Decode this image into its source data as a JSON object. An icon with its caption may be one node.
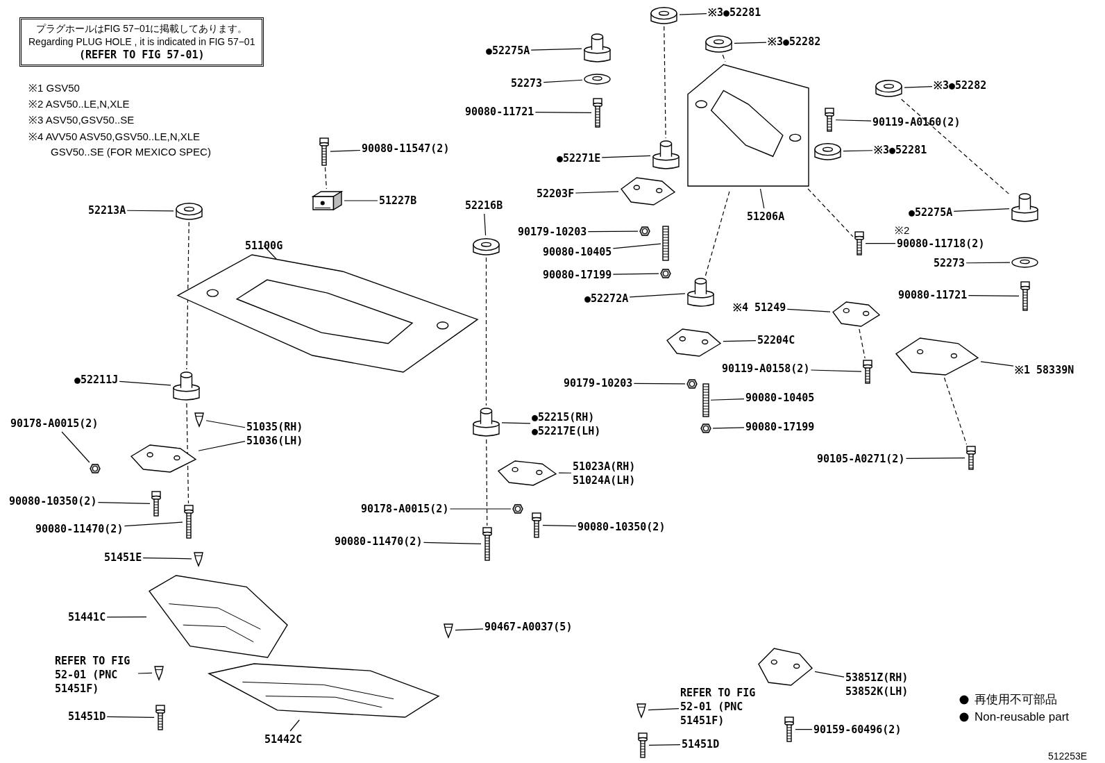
{
  "diagram": {
    "nodes": [
      {
        "text": [
          "プラグホールはFIG 57−01に掲載してあります。",
          "Regarding PLUG HOLE , it is indicated in FIG 57−01",
          "(REFER TO FIG 57-01)"
        ]
      },
      {
        "text": [
          "※3●52281"
        ]
      },
      {
        "text": [],
        "shape": "picture"
      },
      {
        "text": [
          "●52275A"
        ]
      },
      {
        "text": [],
        "shape": "picture"
      },
      {
        "text": [
          "※3●52282"
        ]
      },
      {
        "text": [],
        "shape": "picture"
      },
      {
        "text": [
          "52273"
        ]
      },
      {
        "text": [],
        "shape": "picture"
      },
      {
        "text": [
          "90080-11721"
        ]
      },
      {
        "text": [],
        "shape": "picture"
      },
      {
        "text": [
          "※3●52282"
        ]
      },
      {
        "text": [],
        "shape": "picture"
      },
      {
        "text": [
          "90119-A0160(2)"
        ]
      },
      {
        "text": [],
        "shape": "picture"
      },
      {
        "text": [
          "●52271E"
        ]
      },
      {
        "text": [],
        "shape": "picture"
      },
      {
        "text": [
          "※3●52281"
        ]
      },
      {
        "text": [],
        "shape": "picture"
      },
      {
        "text": [
          "52203F"
        ]
      },
      {
        "text": [],
        "shape": "picture"
      },
      {
        "text": [
          "51206A"
        ]
      },
      {
        "text": [],
        "shape": "picture"
      },
      {
        "text": [
          "●52275A"
        ]
      },
      {
        "text": [],
        "shape": "picture"
      },
      {
        "text": [
          "90179-10203"
        ]
      },
      {
        "text": [],
        "shape": "picture"
      },
      {
        "text": [
          "90080-11718(2)"
        ]
      },
      {
        "text": [],
        "shape": "picture"
      },
      {
        "text": [
          "90080-10405"
        ]
      },
      {
        "text": [],
        "shape": "picture"
      },
      {
        "text": [
          "52273"
        ]
      },
      {
        "text": [],
        "shape": "picture"
      },
      {
        "text": [
          "90080-17199"
        ]
      },
      {
        "text": [],
        "shape": "picture"
      },
      {
        "text": [
          "●52272A"
        ]
      },
      {
        "text": [],
        "shape": "picture"
      },
      {
        "text": [
          "90080-11721"
        ]
      },
      {
        "text": [],
        "shape": "picture"
      },
      {
        "text": [
          "※4 51249"
        ]
      },
      {
        "text": [],
        "shape": "picture"
      },
      {
        "text": [
          "52204C"
        ]
      },
      {
        "text": [],
        "shape": "picture"
      },
      {
        "text": [
          "90119-A0158(2)"
        ]
      },
      {
        "text": [],
        "shape": "picture"
      },
      {
        "text": [
          "90179-10203"
        ]
      },
      {
        "text": [],
        "shape": "picture"
      },
      {
        "text": [
          "※1 58339N"
        ]
      },
      {
        "text": [],
        "shape": "picture"
      },
      {
        "text": [
          "90080-10405"
        ]
      },
      {
        "text": [],
        "shape": "picture"
      },
      {
        "text": [
          "90080-17199"
        ]
      },
      {
        "text": [],
        "shape": "picture"
      },
      {
        "text": [
          "90105-A0271(2)"
        ]
      },
      {
        "text": [],
        "shape": "picture"
      },
      {
        "text": [
          "90080-11547(2)"
        ]
      },
      {
        "text": [],
        "shape": "picture"
      },
      {
        "text": [
          "52213A"
        ]
      },
      {
        "text": [],
        "shape": "picture"
      },
      {
        "text": [
          "51227B"
        ]
      },
      {
        "text": [],
        "shape": "picture"
      },
      {
        "text": [
          "52216B"
        ]
      },
      {
        "text": [],
        "shape": "picture"
      },
      {
        "text": [
          "51100G"
        ]
      },
      {
        "text": [],
        "shape": "picture"
      },
      {
        "text": [
          "●52211J"
        ]
      },
      {
        "text": [],
        "shape": "picture"
      },
      {
        "text": [
          "90178-A0015(2)"
        ]
      },
      {
        "text": [],
        "shape": "picture"
      },
      {
        "text": [
          "51035(RH) 51036(LH)"
        ]
      },
      {
        "text": [],
        "shape": "picture"
      },
      {
        "text": [],
        "shape": "picture"
      },
      {
        "text": [
          "●52215(RH) ●52217E(LH)"
        ]
      },
      {
        "text": [],
        "shape": "picture"
      },
      {
        "text": [
          "90080-10350(2)"
        ]
      },
      {
        "text": [],
        "shape": "picture"
      },
      {
        "text": [
          "51023A(RH) 51024A(LH)"
        ]
      },
      {
        "text": [],
        "shape": "picture"
      },
      {
        "text": [
          "90080-11470(2)"
        ]
      },
      {
        "text": [],
        "shape": "picture"
      },
      {
        "text": [
          "90178-A0015(2)"
        ]
      },
      {
        "text": [],
        "shape": "picture"
      },
      {
        "text": [
          "90080-10350(2)"
        ]
      },
      {
        "text": [],
        "shape": "picture"
      },
      {
        "text": [
          "51451E"
        ]
      },
      {
        "text": [],
        "shape": "picture"
      },
      {
        "text": [
          "90080-11470(2)"
        ]
      },
      {
        "text": [],
        "shape": "picture"
      },
      {
        "text": [
          "51441C"
        ]
      },
      {
        "text": [],
        "shape": "picture"
      },
      {
        "text": [
          "90467-A0037(5)"
        ]
      },
      {
        "text": [],
        "shape": "picture"
      },
      {
        "text": [
          "REFER TO FIG 52-01 (PNC 51451F)"
        ]
      },
      {
        "text": [],
        "shape": "picture"
      },
      {
        "text": [
          "51451D"
        ]
      },
      {
        "text": [],
        "shape": "picture"
      },
      {
        "text": [
          "53851Z(RH) 53852K(LH)"
        ]
      },
      {
        "text": [],
        "shape": "picture"
      },
      {
        "text": [
          "51442C"
        ]
      },
      {
        "text": [],
        "shape": "picture"
      },
      {
        "text": [
          "REFER TO FIG 52-01 (PNC 51451F)"
        ]
      },
      {
        "text": [],
        "shape": "picture"
      },
      {
        "text": [
          "90159-60496(2)"
        ]
      },
      {
        "text": [],
        "shape": "picture"
      },
      {
        "text": [
          "51451D"
        ]
      },
      {
        "text": [],
        "shape": "picture"
      }
    ],
    "edges": [
      {
        "from": 1,
        "to": 2,
        "arrow": "none"
      },
      {
        "from": 3,
        "to": 4,
        "arrow": "none"
      },
      {
        "from": 5,
        "to": 6,
        "arrow": "none"
      },
      {
        "from": 7,
        "to": 8,
        "arrow": "none"
      },
      {
        "from": 9,
        "to": 10,
        "arrow": "none"
      },
      {
        "from": 11,
        "to": 12,
        "arrow": "none"
      },
      {
        "from": 13,
        "to": 14,
        "arrow": "none"
      },
      {
        "from": 15,
        "to": 16,
        "arrow": "none"
      },
      {
        "from": 17,
        "to": 18,
        "arrow": "none"
      },
      {
        "from": 19,
        "to": 20,
        "arrow": "none"
      },
      {
        "from": 21,
        "to": 22,
        "arrow": "none"
      },
      {
        "from": 23,
        "to": 24,
        "arrow": "none"
      },
      {
        "from": 25,
        "to": 26,
        "arrow": "none"
      },
      {
        "from": 27,
        "to": 28,
        "arrow": "none"
      },
      {
        "from": 29,
        "to": 30,
        "arrow": "none"
      },
      {
        "from": 31,
        "to": 32,
        "arrow": "none"
      },
      {
        "from": 33,
        "to": 34,
        "arrow": "none"
      },
      {
        "from": 35,
        "to": 36,
        "arrow": "none"
      },
      {
        "from": 37,
        "to": 38,
        "arrow": "none"
      },
      {
        "from": 39,
        "to": 40,
        "arrow": "none"
      },
      {
        "from": 41,
        "to": 42,
        "arrow": "none"
      },
      {
        "from": 43,
        "to": 44,
        "arrow": "none"
      },
      {
        "from": 45,
        "to": 46,
        "arrow": "none"
      },
      {
        "from": 47,
        "to": 48,
        "arrow": "none"
      },
      {
        "from": 49,
        "to": 50,
        "arrow": "none"
      },
      {
        "from": 51,
        "to": 52,
        "arrow": "none"
      },
      {
        "from": 53,
        "to": 54,
        "arrow": "none"
      },
      {
        "from": 55,
        "to": 56,
        "arrow": "none"
      },
      {
        "from": 57,
        "to": 58,
        "arrow": "none"
      },
      {
        "from": 59,
        "to": 60,
        "arrow": "none"
      },
      {
        "from": 61,
        "to": 62,
        "arrow": "none"
      },
      {
        "from": 63,
        "to": 64,
        "arrow": "none"
      },
      {
        "from": 65,
        "to": 66,
        "arrow": "none"
      },
      {
        "from": 67,
        "to": 68,
        "arrow": "none"
      },
      {
        "from": 69,
        "to": 70,
        "arrow": "none"
      },
      {
        "from": 69,
        "to": 71,
        "arrow": "none"
      },
      {
        "from": 72,
        "to": 73,
        "arrow": "none"
      },
      {
        "from": 74,
        "to": 75,
        "arrow": "none"
      },
      {
        "from": 76,
        "to": 77,
        "arrow": "none"
      },
      {
        "from": 78,
        "to": 79,
        "arrow": "none"
      },
      {
        "from": 80,
        "to": 81,
        "arrow": "none"
      },
      {
        "from": 82,
        "to": 83,
        "arrow": "none"
      },
      {
        "from": 84,
        "to": 85,
        "arrow": "none"
      },
      {
        "from": 86,
        "to": 87,
        "arrow": "none"
      },
      {
        "from": 88,
        "to": 89,
        "arrow": "none"
      },
      {
        "from": 90,
        "to": 91,
        "arrow": "none"
      },
      {
        "from": 92,
        "to": 93,
        "arrow": "none"
      },
      {
        "from": 94,
        "to": 95,
        "arrow": "none"
      },
      {
        "from": 96,
        "to": 97,
        "arrow": "none"
      },
      {
        "from": 98,
        "to": 99,
        "arrow": "none"
      },
      {
        "from": 100,
        "to": 101,
        "arrow": "none"
      },
      {
        "from": 102,
        "to": 103,
        "arrow": "none"
      },
      {
        "from": 104,
        "to": 105,
        "arrow": "none"
      },
      {
        "from": 2,
        "to": 16,
        "arrow": "none",
        "style": "dashed"
      },
      {
        "from": 6,
        "to": 22,
        "arrow": "none",
        "style": "dashed"
      },
      {
        "from": 12,
        "to": 24,
        "arrow": "none",
        "style": "dashed"
      },
      {
        "from": 36,
        "to": 22,
        "arrow": "none",
        "style": "dashed"
      },
      {
        "from": 22,
        "to": 28,
        "arrow": "none",
        "style": "dashed"
      },
      {
        "from": 40,
        "to": 44,
        "arrow": "none",
        "style": "dashed"
      },
      {
        "from": 48,
        "to": 54,
        "arrow": "none",
        "style": "dashed"
      },
      {
        "from": 56,
        "to": 60,
        "arrow": "none",
        "style": "dashed"
      },
      {
        "from": 58,
        "to": 66,
        "arrow": "none",
        "style": "dashed"
      },
      {
        "from": 66,
        "to": 79,
        "arrow": "none",
        "style": "dashed"
      },
      {
        "from": 62,
        "to": 73,
        "arrow": "none",
        "style": "dashed"
      },
      {
        "from": 73,
        "to": 87,
        "arrow": "none",
        "style": "dashed"
      }
    ],
    "labels": [
      "※1 GSV50",
      "※2 ASV50..LE,N,XLE",
      "※3 ASV50,GSV50..SE",
      "※4 AVV50 ASV50,GSV50..LE,N,XLE GSV50..SE (FOR MEXICO SPEC)",
      "※2",
      "512253E"
    ],
    "legend": [
      {
        "text": "再使用不可部品"
      },
      {
        "text": "Non-reusable part"
      }
    ]
  }
}
